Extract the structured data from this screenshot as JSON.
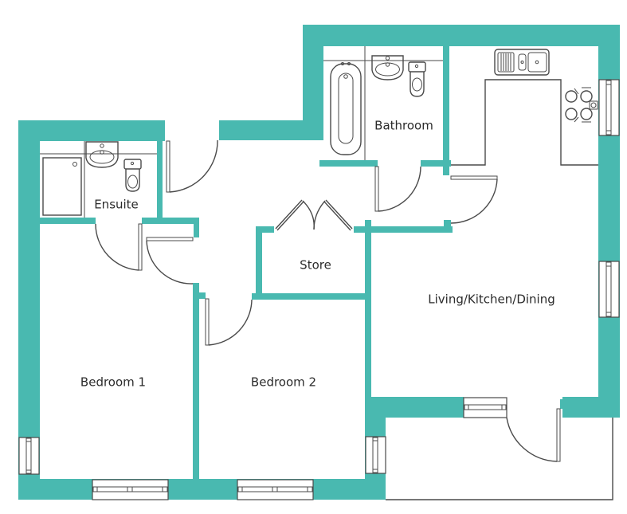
{
  "plan": {
    "title": "Floor plan",
    "wall_color": "#49b9b0",
    "line_color": "#4a4a4a",
    "rooms": [
      {
        "id": "ensuite",
        "label": "Ensuite"
      },
      {
        "id": "bathroom",
        "label": "Bathroom"
      },
      {
        "id": "store",
        "label": "Store"
      },
      {
        "id": "living",
        "label": "Living/Kitchen/Dining"
      },
      {
        "id": "bedroom1",
        "label": "Bedroom 1"
      },
      {
        "id": "bedroom2",
        "label": "Bedroom 2"
      }
    ],
    "fixtures": {
      "ensuite": [
        "shower-tray",
        "wash-basin",
        "toilet"
      ],
      "bathroom": [
        "bathtub",
        "wash-basin",
        "toilet"
      ],
      "kitchen": [
        "double-sink-with-drainer",
        "four-ring-hob"
      ]
    }
  }
}
